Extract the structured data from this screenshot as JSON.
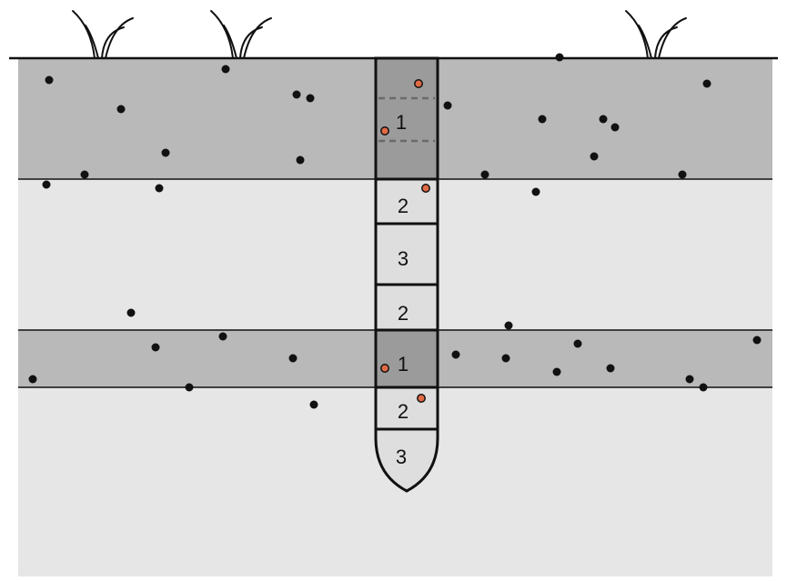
{
  "colors": {
    "background": "#ffffff",
    "soil_light": "#e6e6e6",
    "soil_dark": "#b9b9b9",
    "core_dark": "#9b9b9b",
    "core_light": "#dedede",
    "outline": "#111111",
    "dashed_line": "#6a6a6a",
    "black_particle": "#111111",
    "orange_particle": "#e06a45"
  },
  "core": {
    "segments": [
      {
        "label": "1",
        "shade": "dark"
      },
      {
        "label": "2",
        "shade": "light"
      },
      {
        "label": "3",
        "shade": "light"
      },
      {
        "label": "2",
        "shade": "light"
      },
      {
        "label": "1",
        "shade": "dark"
      },
      {
        "label": "2",
        "shade": "light"
      },
      {
        "label": "3",
        "shade": "light"
      }
    ]
  },
  "icons": {
    "vegetation": "grass-tuft-icon",
    "black_particle": "black-dot",
    "orange_particle": "orange-dot"
  }
}
